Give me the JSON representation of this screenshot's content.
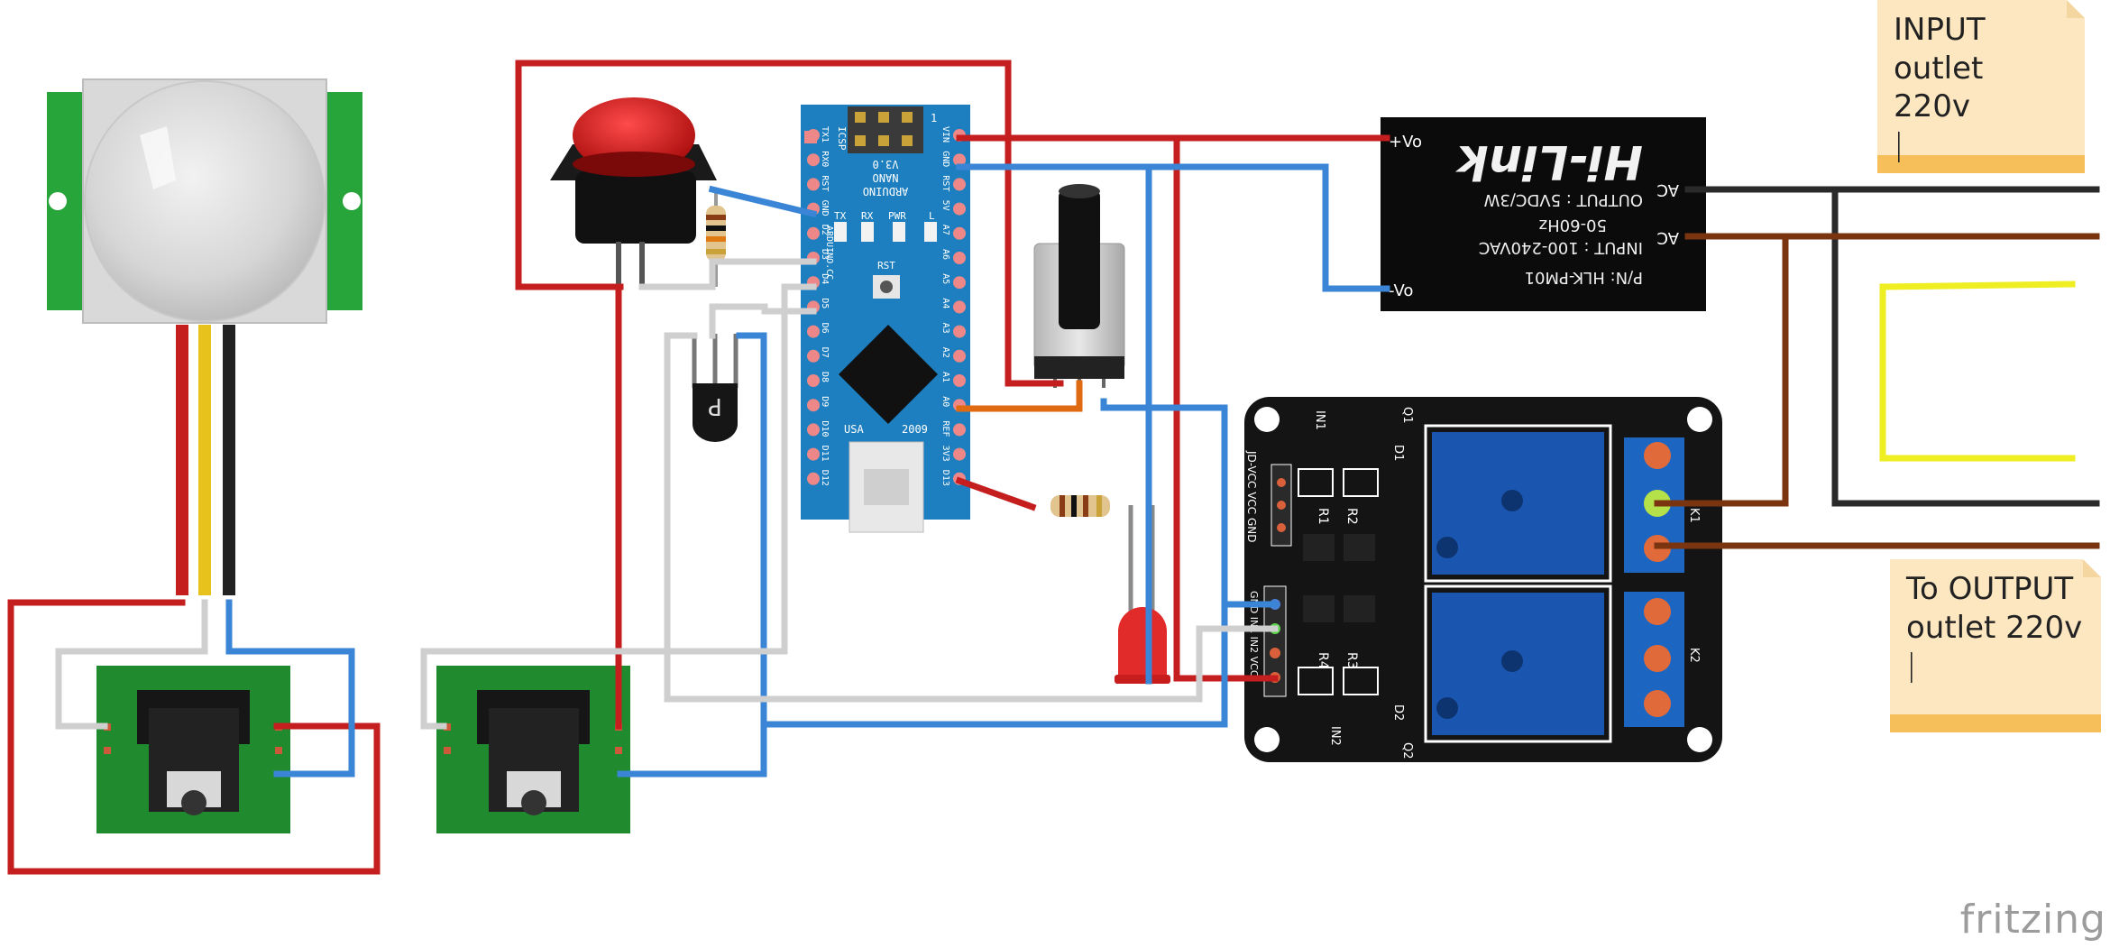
{
  "notes": {
    "input": {
      "line1": "INPUT",
      "line2": "outlet 220v",
      "caret": "|"
    },
    "output": {
      "line1": "To OUTPUT",
      "line2": "outlet 220v",
      "caret": "|"
    }
  },
  "hlk": {
    "brand": "Hi-Link",
    "pn": "P/N: HLK-PM01",
    "input": "INPUT : 100-240VAC",
    "freq": "50-60Hz",
    "output": "OUTPUT : 5VDC/3W",
    "pin_vo_plus": "+Vo",
    "pin_vo_minus": "-Vo",
    "pin_ac1": "AC",
    "pin_ac2": "AC"
  },
  "nano": {
    "name_line1": "ARDUINO",
    "name_line2": "NANO",
    "name_line3": "V3.0",
    "icsp": "ICSP",
    "rst_btn": "RST",
    "usa": "USA",
    "year": "2009",
    "brand_vertical": "ARDUINO.CC",
    "tx": "TX",
    "rx": "RX",
    "pwr": "PWR",
    "l": "L",
    "pin1": "1",
    "left_pins": [
      "TX1",
      "RX0",
      "RST",
      "GND",
      "D2",
      "D3",
      "D4",
      "D5",
      "D6",
      "D7",
      "D8",
      "D9",
      "D10",
      "D11",
      "D12"
    ],
    "right_pins": [
      "VIN",
      "GND",
      "RST",
      "5V",
      "A7",
      "A6",
      "A5",
      "A4",
      "A3",
      "A2",
      "A1",
      "A0",
      "REF",
      "3V3",
      "D13"
    ]
  },
  "relay": {
    "labels": {
      "jd": "JD-VCC  VCC  GND",
      "in1_top": "IN1",
      "in2_bottom": "IN2",
      "q1": "Q1",
      "q2": "Q2",
      "d1": "D1",
      "d2": "D2",
      "r1": "R1",
      "r2": "R2",
      "r3": "R3",
      "r4": "R4",
      "k1": "K1",
      "k2": "K2",
      "header": "GND IN1 IN2 VCC"
    }
  },
  "transistor_label": "P",
  "logo": "fritzing",
  "colors": {
    "wire_red": "#c41e1e",
    "wire_blue": "#3a85d6",
    "wire_gray": "#cfcfcf",
    "wire_black": "#2a2a2a",
    "wire_brown": "#7a3410",
    "wire_yellow": "#eeee22",
    "wire_orange": "#e06a12",
    "pcb_green": "#1f8a2e",
    "nano_blue": "#1e7fc0",
    "relay_board": "#141414"
  }
}
